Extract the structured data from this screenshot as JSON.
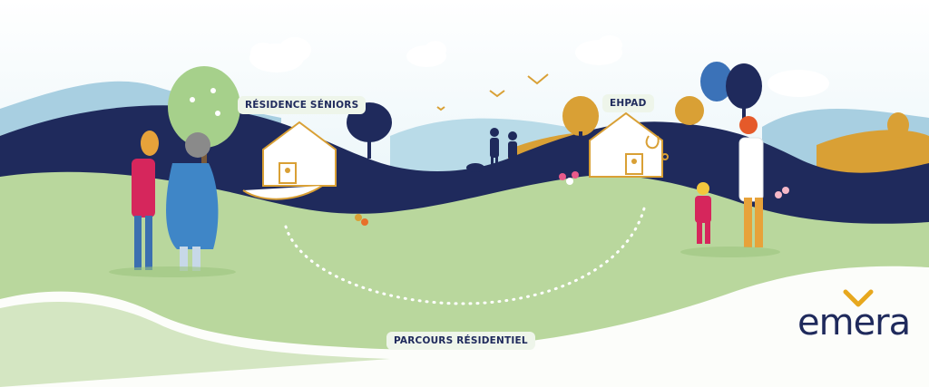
{
  "labels": {
    "residence_seniors": "RÉSIDENCE SÉNIORS",
    "ehpad": "EHPAD",
    "parcours": "PARCOURS RÉSIDENTIEL"
  },
  "brand": {
    "name": "emera",
    "logo_icon": "chevron-v-logo-icon"
  },
  "colors": {
    "navy": "#1f2a5c",
    "green_light": "#b9d79d",
    "green_mid": "#9cc47f",
    "gold": "#d9a035",
    "sky": "#dbeef4",
    "mountain": "#a9cfe0",
    "accent_orange": "#e7a81e"
  }
}
